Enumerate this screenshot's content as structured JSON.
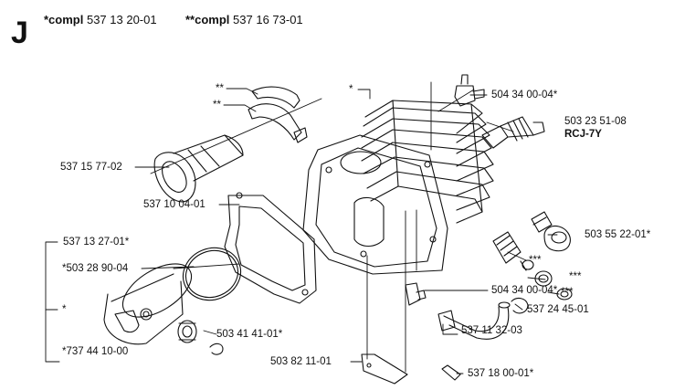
{
  "section": {
    "letter": "J"
  },
  "header": {
    "compl_1_prefix": "*compl",
    "compl_1_number": "537 13 20-01",
    "compl_2_prefix": "**compl",
    "compl_2_number": "537 16 73-01"
  },
  "markers": {
    "double_star_a": "**",
    "double_star_b": "**",
    "star_cylinder": "*",
    "star_piston": "*",
    "triple_star_a": "***",
    "triple_star_b": "***",
    "triple_star_c": "***"
  },
  "parts": {
    "p_504_34_00_04_top": "504 34 00-04*",
    "p_503_23_51_08": "503 23 51-08",
    "spark_plug_type": "RCJ-7Y",
    "p_537_15_77_02": "537 15 77-02",
    "p_537_10_04_01": "537 10 04-01",
    "p_503_55_22_01": "503 55 22-01*",
    "p_537_13_27_01": "537 13 27-01*",
    "p_503_28_90_04": "*503 28 90-04",
    "p_504_34_00_04_mid": "504 34 00-04*",
    "p_537_24_45_01": "537 24 45-01",
    "p_503_41_41_01": "503 41 41-01*",
    "p_537_11_32_03": "537 11 32-03",
    "p_737_44_10_00": "*737 44 10-00",
    "p_503_82_11_01": "503 82 11-01",
    "p_537_18_00_01": "537 18 00-01*"
  }
}
